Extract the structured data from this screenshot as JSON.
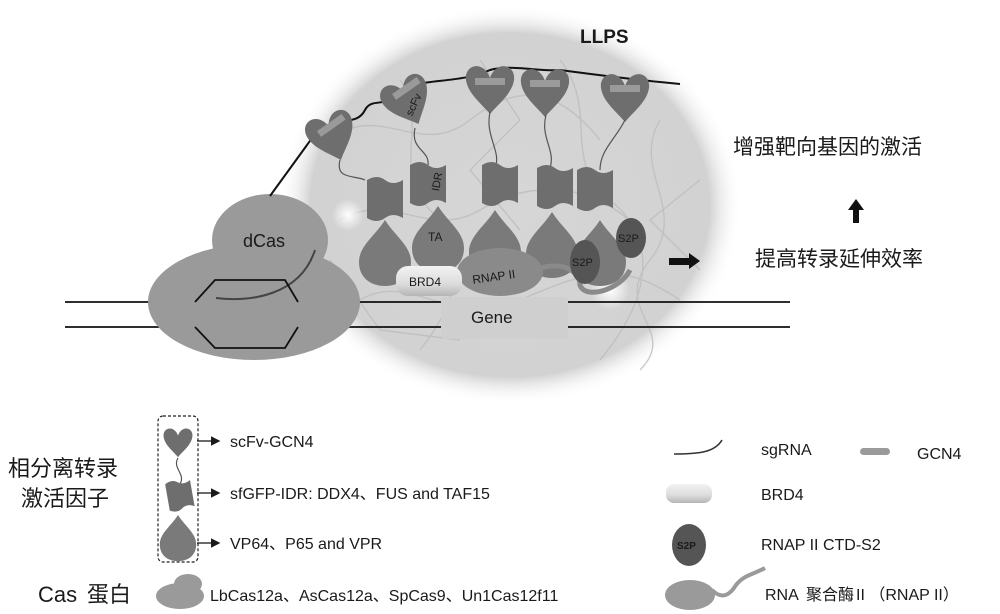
{
  "figure": {
    "condensate_label": "LLPS",
    "domain_labels": {
      "scfv": "scFv",
      "idr": "IDR",
      "ta": "TA",
      "dcas": "dCas",
      "brd4": "BRD4",
      "rnap": "RNAP II",
      "s2p": "S2P",
      "gene": "Gene"
    },
    "outcomes": {
      "top": "增强靶向基因的激活",
      "bottom": "提高转录延伸效率"
    },
    "colors": {
      "protein_dark": "#6e6e6e",
      "protein_mid": "#8a8a8a",
      "condensate": "#d4d4d4",
      "s2p": "#555555",
      "gcn4": "#9a9a9a",
      "brd4": "#e8e8e8"
    }
  },
  "legend": {
    "group_label_line1": "相分离转录",
    "group_label_line2": "激活因子",
    "cas_label_latin": "Cas",
    "cas_label_cjk": "蛋白",
    "factors": [
      {
        "icon": "heart-scfv-icon",
        "text": "scFv-GCN4"
      },
      {
        "icon": "idr-block-icon",
        "text": "sfGFP-IDR: DDX4、FUS and TAF15"
      },
      {
        "icon": "teardrop-ta-icon",
        "text": "VP64、P65 and VPR"
      }
    ],
    "cas_text": "LbCas12a、AsCas12a、SpCas9、Un1Cas12f11",
    "right": [
      {
        "icon": "sgrna-line-icon",
        "text": "sgRNA"
      },
      {
        "icon": "gcn4-bar-icon",
        "text": "GCN4"
      },
      {
        "icon": "brd4-capsule-icon",
        "text": "BRD4"
      },
      {
        "icon": "s2p-oval-icon",
        "icon_text": "S2P",
        "text": "RNAP II CTD-S2"
      },
      {
        "icon": "rnap-tail-icon",
        "text_latin": "RNA",
        "text_cjk": "聚合酶",
        "text_tail": "II （RNAP II）"
      }
    ]
  }
}
